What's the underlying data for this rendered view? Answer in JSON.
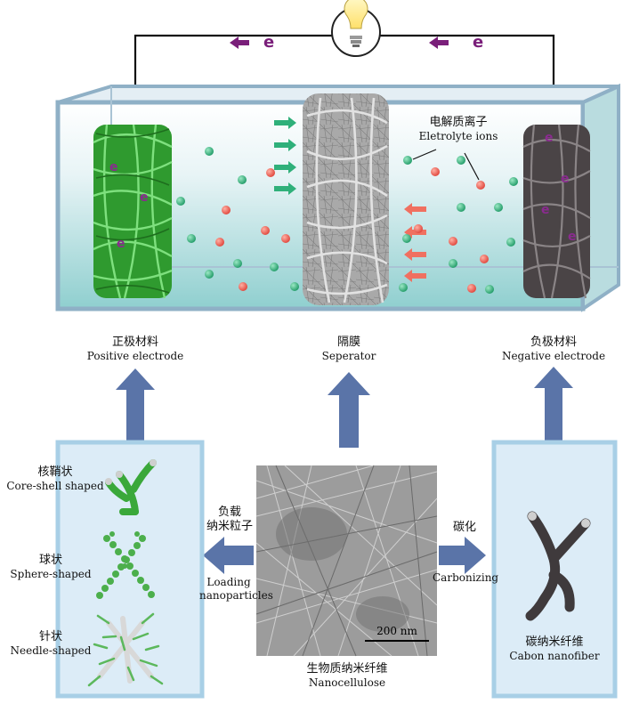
{
  "electron_symbol": "e",
  "electrolyte": {
    "zh": "电解质离子",
    "en": "Eletrolyte ions"
  },
  "positive": {
    "zh": "正极材料",
    "en": "Positive electrode"
  },
  "separator": {
    "zh": "隔膜",
    "en": "Seperator"
  },
  "negative": {
    "zh": "负极材料",
    "en": "Negative electrode"
  },
  "shapes": {
    "core_shell": {
      "zh": "核鞘状",
      "en": "Core-shell shaped"
    },
    "sphere": {
      "zh": "球状",
      "en": "Sphere-shaped"
    },
    "needle": {
      "zh": "针状",
      "en": "Needle-shaped"
    }
  },
  "loading": {
    "zh_line1": "负载",
    "zh_line2": "纳米粒子",
    "en_line1": "Loading",
    "en_line2": "nanoparticles"
  },
  "carbonizing": {
    "zh": "碳化",
    "en": "Carbonizing"
  },
  "nanocellulose": {
    "zh": "生物质纳米纤维",
    "en": "Nanocellulose",
    "scale_bar": "200 nm"
  },
  "cnf": {
    "zh": "碳纳米纤维",
    "en": "Cabon nanofiber"
  },
  "colors": {
    "arrow_blue": "#5a74a8",
    "panel_blue": "#dcecf7",
    "green_fiber": "#3aa83a",
    "dark_fiber": "#4a4446",
    "ion_green": "#2fb07a",
    "ion_red": "#ee5a4c",
    "electron_purple": "#7a1f7a"
  }
}
